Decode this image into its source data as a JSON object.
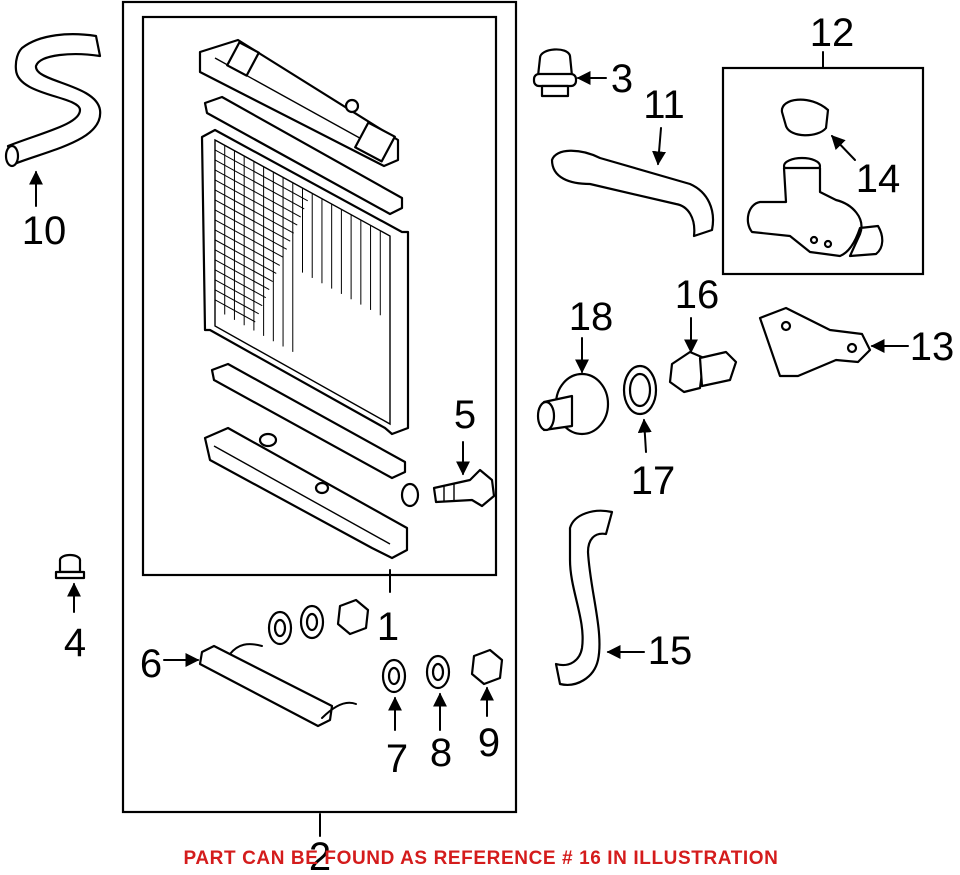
{
  "diagram": {
    "callouts": [
      "1",
      "2",
      "3",
      "4",
      "5",
      "6",
      "7",
      "8",
      "9",
      "10",
      "11",
      "12",
      "13",
      "14",
      "15",
      "16",
      "17",
      "18"
    ],
    "notice": "PART CAN BE FOUND AS REFERENCE # 16 IN ILLUSTRATION",
    "notice_color": "#d41c1c",
    "line_color": "#000000"
  }
}
